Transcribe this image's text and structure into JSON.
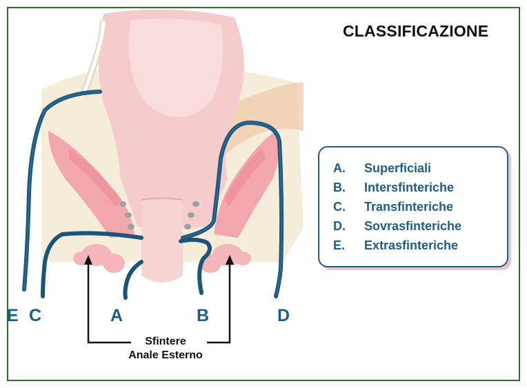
{
  "title": "CLASSIFICAZIONE",
  "legend": [
    {
      "letter": "A.",
      "text": "Superficiali"
    },
    {
      "letter": "B.",
      "text": "Intersfinteriche"
    },
    {
      "letter": "C.",
      "text": "Transfinteriche"
    },
    {
      "letter": "D.",
      "text": "Sovrasfinteriche"
    },
    {
      "letter": "E.",
      "text": "Extrasfinteriche"
    }
  ],
  "canal_labels": {
    "e": "E",
    "c": "C",
    "a": "A",
    "b": "B",
    "d": "D"
  },
  "sphincter_label": {
    "line1": "Sfintere",
    "line2": "Anale Esterno"
  },
  "colors": {
    "frame": "#2c6e1f",
    "fistula_line": "#1a5478",
    "legend_text": "#1f5c86",
    "tissue_pink": "#f6c9c9",
    "muscle_pink": "#f2a6ad",
    "fat_beige": "#f3ead6"
  }
}
